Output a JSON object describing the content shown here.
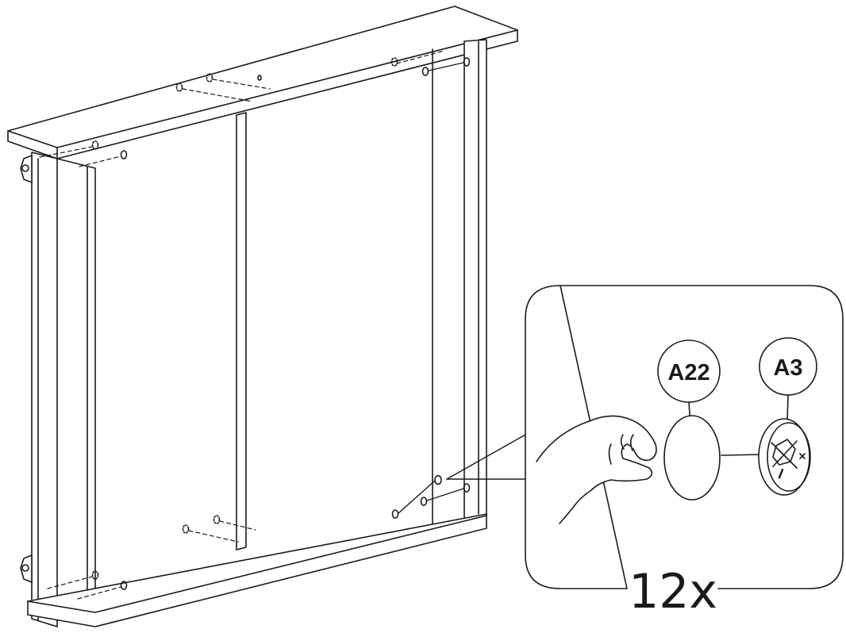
{
  "diagram": {
    "parts": {
      "part_a22": "A22",
      "part_a3": "A3"
    },
    "quantity": "12x",
    "colors": {
      "line": "#1a1a1a",
      "fill": "#ffffff"
    },
    "icons": [
      "hand-icon",
      "cover-cap-icon",
      "screw-cap-icon"
    ]
  }
}
